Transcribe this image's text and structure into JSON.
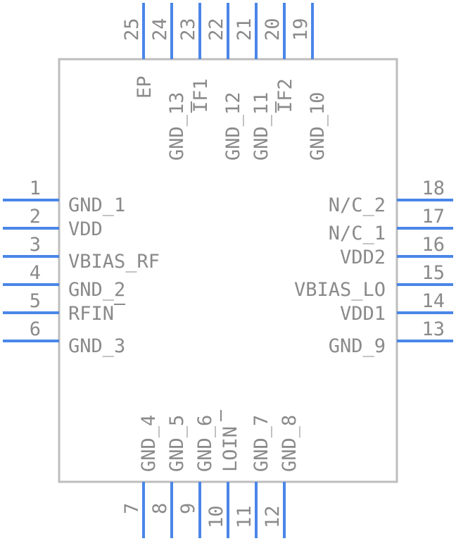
{
  "component": {
    "pins": [
      {
        "num": "1",
        "label": "GND_1",
        "side": "left"
      },
      {
        "num": "2",
        "label": "VDD",
        "side": "left"
      },
      {
        "num": "3",
        "label": "VBIAS_RF",
        "side": "left"
      },
      {
        "num": "4",
        "label": "GND_2",
        "side": "left"
      },
      {
        "num": "5",
        "label": "RFIN",
        "side": "left"
      },
      {
        "num": "6",
        "label": "GND_3",
        "side": "left"
      },
      {
        "num": "7",
        "label": "GND_4",
        "side": "bottom"
      },
      {
        "num": "8",
        "label": "GND_5",
        "side": "bottom"
      },
      {
        "num": "9",
        "label": "GND_6",
        "side": "bottom"
      },
      {
        "num": "10",
        "label": "LOIN",
        "side": "bottom"
      },
      {
        "num": "11",
        "label": "GND_7",
        "side": "bottom"
      },
      {
        "num": "12",
        "label": "GND_8",
        "side": "bottom"
      },
      {
        "num": "13",
        "label": "GND_9",
        "side": "right"
      },
      {
        "num": "14",
        "label": "VDD1",
        "side": "right"
      },
      {
        "num": "15",
        "label": "VBIAS_LO",
        "side": "right"
      },
      {
        "num": "16",
        "label": "VDD2",
        "side": "right"
      },
      {
        "num": "17",
        "label": "N/C_1",
        "side": "right"
      },
      {
        "num": "18",
        "label": "N/C_2",
        "side": "right"
      },
      {
        "num": "19",
        "label": "GND_10",
        "side": "top"
      },
      {
        "num": "20",
        "label": "IF2",
        "side": "top"
      },
      {
        "num": "21",
        "label": "GND_11",
        "side": "top"
      },
      {
        "num": "22",
        "label": "GND_12",
        "side": "top"
      },
      {
        "num": "23",
        "label": "IF1",
        "side": "top"
      },
      {
        "num": "24",
        "label": "GND_13",
        "side": "top"
      },
      {
        "num": "25",
        "label": "EP",
        "side": "top"
      }
    ]
  },
  "colors": {
    "pin_line": "#4a86e8",
    "body_outline": "#bdbdbd",
    "text": "#8a8a8a"
  }
}
